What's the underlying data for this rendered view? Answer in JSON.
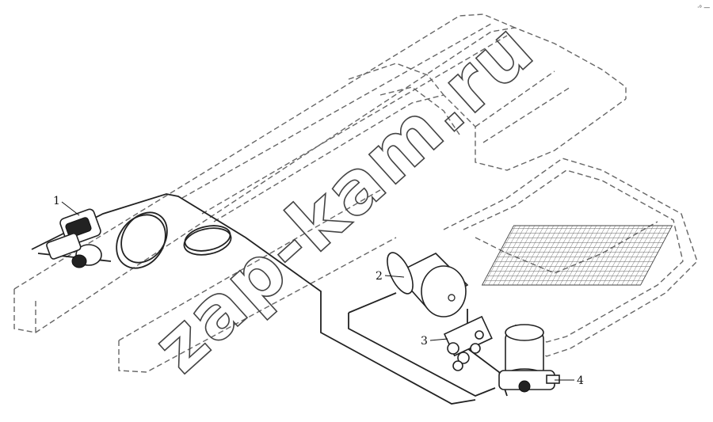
{
  "callouts": [
    {
      "id": "1",
      "label": "1"
    },
    {
      "id": "2",
      "label": "2"
    },
    {
      "id": "3",
      "label": "3"
    },
    {
      "id": "4",
      "label": "4"
    }
  ],
  "watermark": {
    "text": "zap-kam.ru"
  },
  "corner_mark": {
    "text": "·⁰ —"
  },
  "colors": {
    "line": "#222222",
    "frame": "#666666",
    "background": "#ffffff"
  }
}
